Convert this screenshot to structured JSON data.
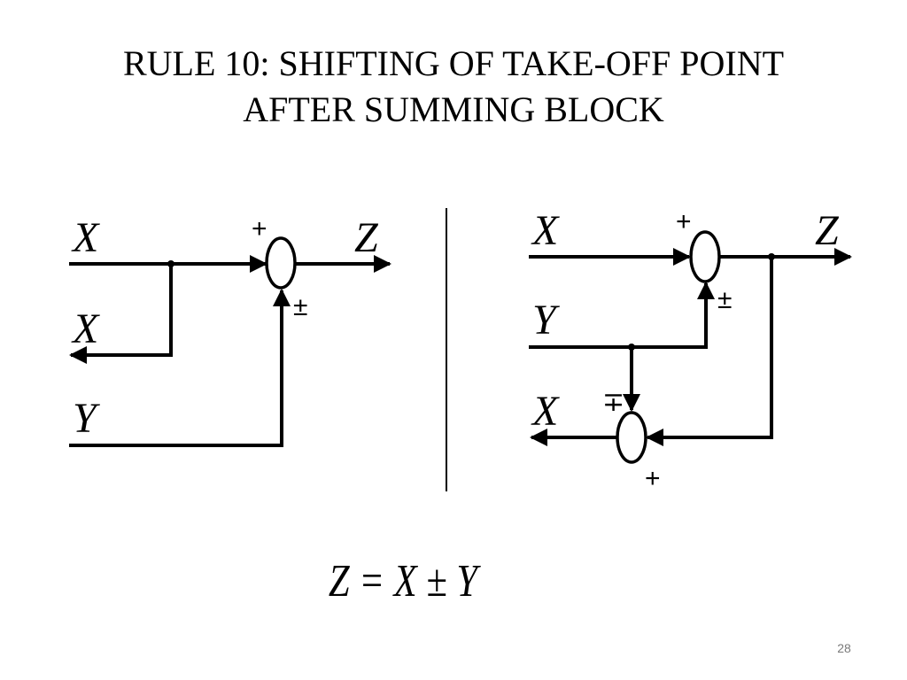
{
  "slide": {
    "title_lines": [
      "RULE 10: SHIFTING OF TAKE-OFF POINT",
      "AFTER SUMMING BLOCK"
    ],
    "equation": "Z = X ± Y",
    "page_number": "28"
  },
  "left_diagram": {
    "input_top": "X",
    "output": "Z",
    "branch_output": "X",
    "input_bottom": "Y",
    "sum_top_sign": "+",
    "sum_side_sign": "±"
  },
  "right_diagram": {
    "input_top": "X",
    "output": "Z",
    "input_mid": "Y",
    "branch_output": "X",
    "sum1_top_sign": "+",
    "sum1_side_sign": "±",
    "sum2_top_sign": "∓",
    "sum2_bottom_sign": "+"
  }
}
